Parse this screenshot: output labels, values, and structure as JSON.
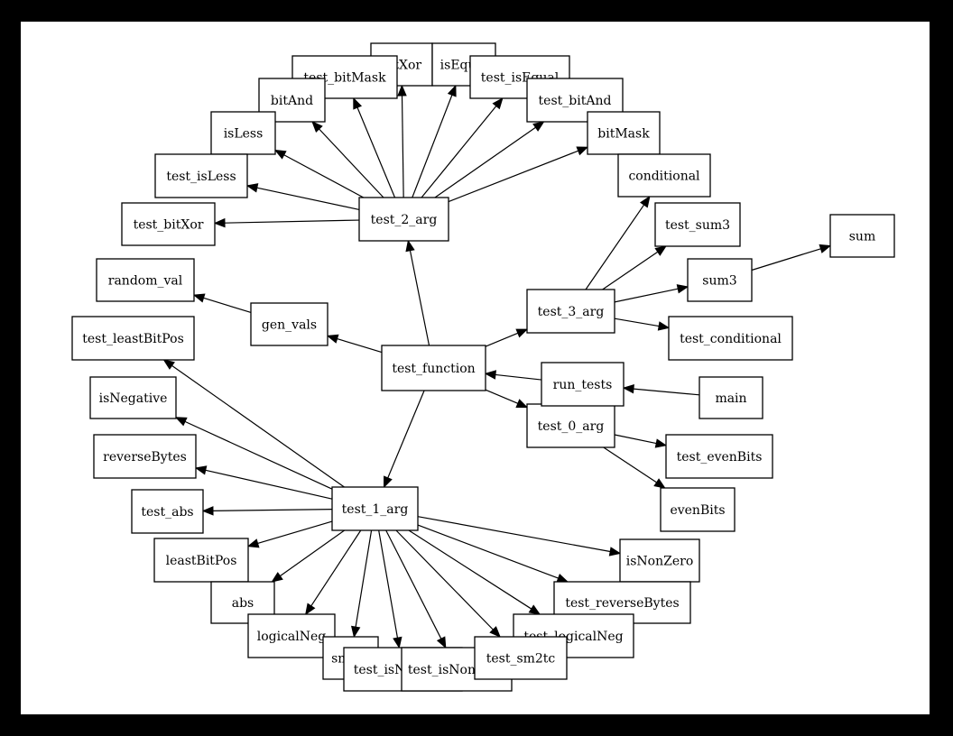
{
  "nodes": [
    {
      "id": "test_function",
      "label": "test_function"
    },
    {
      "id": "test_2_arg",
      "label": "test_2_arg"
    },
    {
      "id": "test_1_arg",
      "label": "test_1_arg"
    },
    {
      "id": "test_3_arg",
      "label": "test_3_arg"
    },
    {
      "id": "test_0_arg",
      "label": "test_0_arg"
    },
    {
      "id": "run_tests",
      "label": "run_tests"
    },
    {
      "id": "main",
      "label": "main"
    },
    {
      "id": "gen_vals",
      "label": "gen_vals"
    },
    {
      "id": "random_val",
      "label": "random_val"
    },
    {
      "id": "bitXor",
      "label": "bitXor"
    },
    {
      "id": "isEqual",
      "label": "isEqual"
    },
    {
      "id": "test_bitMask",
      "label": "test_bitMask"
    },
    {
      "id": "test_isEqual",
      "label": "test_isEqual"
    },
    {
      "id": "bitAnd",
      "label": "bitAnd"
    },
    {
      "id": "test_bitAnd",
      "label": "test_bitAnd"
    },
    {
      "id": "isLess",
      "label": "isLess"
    },
    {
      "id": "bitMask",
      "label": "bitMask"
    },
    {
      "id": "test_isLess",
      "label": "test_isLess"
    },
    {
      "id": "conditional",
      "label": "conditional"
    },
    {
      "id": "test_bitXor",
      "label": "test_bitXor"
    },
    {
      "id": "test_sum3",
      "label": "test_sum3"
    },
    {
      "id": "sum",
      "label": "sum"
    },
    {
      "id": "sum3",
      "label": "sum3"
    },
    {
      "id": "test_conditional",
      "label": "test_conditional"
    },
    {
      "id": "test_leastBitPos",
      "label": "test_leastBitPos"
    },
    {
      "id": "isNegative",
      "label": "isNegative"
    },
    {
      "id": "test_evenBits",
      "label": "test_evenBits"
    },
    {
      "id": "reverseBytes",
      "label": "reverseBytes"
    },
    {
      "id": "evenBits",
      "label": "evenBits"
    },
    {
      "id": "test_abs",
      "label": "test_abs"
    },
    {
      "id": "leastBitPos",
      "label": "leastBitPos"
    },
    {
      "id": "isNonZero",
      "label": "isNonZero"
    },
    {
      "id": "abs",
      "label": "abs"
    },
    {
      "id": "test_reverseBytes",
      "label": "test_reverseBytes"
    },
    {
      "id": "logicalNeg",
      "label": "logicalNeg"
    },
    {
      "id": "test_logicalNeg",
      "label": "test_logicalNeg"
    },
    {
      "id": "sm2tc",
      "label": "sm2tc"
    },
    {
      "id": "test_isNegative",
      "label": "test_isNegative"
    },
    {
      "id": "test_isNonZero",
      "label": "test_isNonZero"
    },
    {
      "id": "test_sm2tc",
      "label": "test_sm2tc"
    }
  ],
  "edges": [
    {
      "from": "test_function",
      "to": "test_2_arg"
    },
    {
      "from": "test_function",
      "to": "gen_vals"
    },
    {
      "from": "test_function",
      "to": "test_1_arg"
    },
    {
      "from": "test_function",
      "to": "test_3_arg"
    },
    {
      "from": "test_function",
      "to": "test_0_arg"
    },
    {
      "from": "run_tests",
      "to": "test_function"
    },
    {
      "from": "main",
      "to": "run_tests"
    },
    {
      "from": "gen_vals",
      "to": "random_val"
    },
    {
      "from": "test_2_arg",
      "to": "test_bitXor"
    },
    {
      "from": "test_2_arg",
      "to": "test_isLess"
    },
    {
      "from": "test_2_arg",
      "to": "isLess"
    },
    {
      "from": "test_2_arg",
      "to": "bitAnd"
    },
    {
      "from": "test_2_arg",
      "to": "test_bitMask"
    },
    {
      "from": "test_2_arg",
      "to": "bitXor"
    },
    {
      "from": "test_2_arg",
      "to": "isEqual"
    },
    {
      "from": "test_2_arg",
      "to": "test_isEqual"
    },
    {
      "from": "test_2_arg",
      "to": "test_bitAnd"
    },
    {
      "from": "test_2_arg",
      "to": "bitMask"
    },
    {
      "from": "test_3_arg",
      "to": "conditional"
    },
    {
      "from": "test_3_arg",
      "to": "test_sum3"
    },
    {
      "from": "test_3_arg",
      "to": "sum3"
    },
    {
      "from": "test_3_arg",
      "to": "test_conditional"
    },
    {
      "from": "sum3",
      "to": "sum"
    },
    {
      "from": "test_0_arg",
      "to": "test_evenBits"
    },
    {
      "from": "test_0_arg",
      "to": "evenBits"
    },
    {
      "from": "test_1_arg",
      "to": "test_leastBitPos"
    },
    {
      "from": "test_1_arg",
      "to": "isNegative"
    },
    {
      "from": "test_1_arg",
      "to": "reverseBytes"
    },
    {
      "from": "test_1_arg",
      "to": "test_abs"
    },
    {
      "from": "test_1_arg",
      "to": "leastBitPos"
    },
    {
      "from": "test_1_arg",
      "to": "abs"
    },
    {
      "from": "test_1_arg",
      "to": "logicalNeg"
    },
    {
      "from": "test_1_arg",
      "to": "sm2tc"
    },
    {
      "from": "test_1_arg",
      "to": "test_isNegative"
    },
    {
      "from": "test_1_arg",
      "to": "test_isNonZero"
    },
    {
      "from": "test_1_arg",
      "to": "test_sm2tc"
    },
    {
      "from": "test_1_arg",
      "to": "test_logicalNeg"
    },
    {
      "from": "test_1_arg",
      "to": "test_reverseBytes"
    },
    {
      "from": "test_1_arg",
      "to": "isNonZero"
    }
  ]
}
